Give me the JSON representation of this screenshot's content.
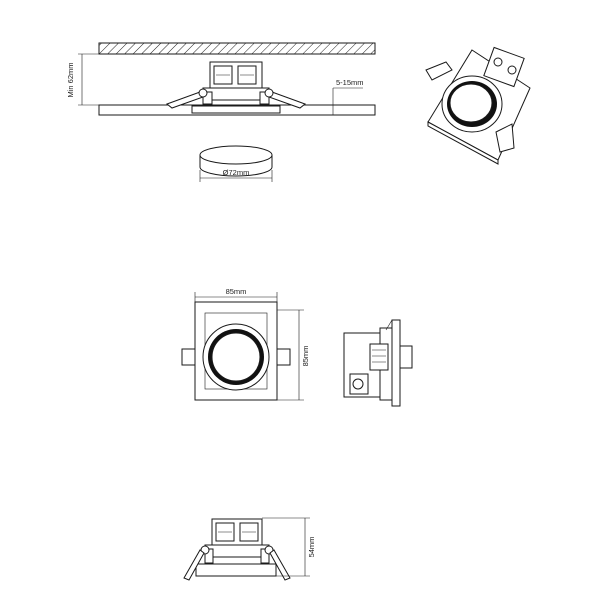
{
  "labels": {
    "min_depth": "Min 62mm",
    "ceiling_thickness": "5-15mm",
    "cutout_diameter": "Ø72mm",
    "width": "85mm",
    "height": "85mm",
    "depth": "54mm"
  }
}
